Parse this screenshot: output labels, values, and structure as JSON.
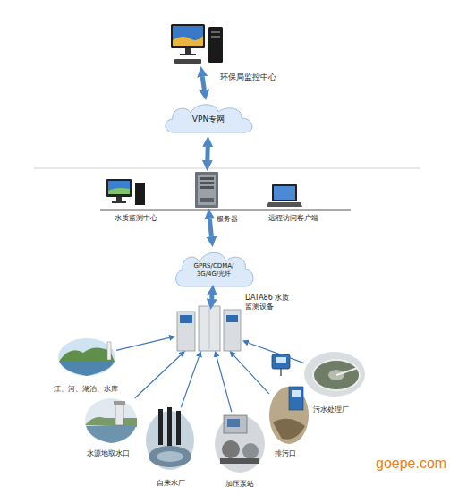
{
  "diagram": {
    "nodes": [
      {
        "text": [
          "环保局监控中心"
        ]
      },
      {
        "text": [
          "VPN专网"
        ]
      },
      {
        "text": [
          "水质监测中心"
        ]
      },
      {
        "text": [
          "服务器"
        ]
      },
      {
        "text": [
          "远程访问客户端"
        ]
      },
      {
        "text": [
          "GPRS/CDMA/ 3G/4G/光纤"
        ]
      },
      {
        "text": [
          "DATA86 水质监测设备"
        ]
      },
      {
        "text": [
          "江、河、湖泊、水库"
        ]
      },
      {
        "text": [
          "水源地取水口"
        ]
      },
      {
        "text": [
          "自来水厂"
        ]
      },
      {
        "text": [
          "加压泵站"
        ]
      },
      {
        "text": [
          "排污口"
        ]
      },
      {
        "text": [
          "污水处理厂"
        ]
      }
    ],
    "edges": [
      {
        "from": 0,
        "to": 1,
        "arrow": "both"
      },
      {
        "from": 1,
        "to": 3,
        "arrow": "both"
      },
      {
        "from": 3,
        "to": 5,
        "arrow": "both"
      },
      {
        "from": 5,
        "to": 6,
        "arrow": "both"
      },
      {
        "from": 7,
        "to": 6,
        "arrow": "to"
      },
      {
        "from": 8,
        "to": 6,
        "arrow": "to"
      },
      {
        "from": 9,
        "to": 6,
        "arrow": "to"
      },
      {
        "from": 10,
        "to": 6,
        "arrow": "to"
      },
      {
        "from": 11,
        "to": 6,
        "arrow": "to"
      },
      {
        "from": 12,
        "to": 6,
        "arrow": "to"
      }
    ],
    "labels": [
      "goepe.com"
    ]
  }
}
